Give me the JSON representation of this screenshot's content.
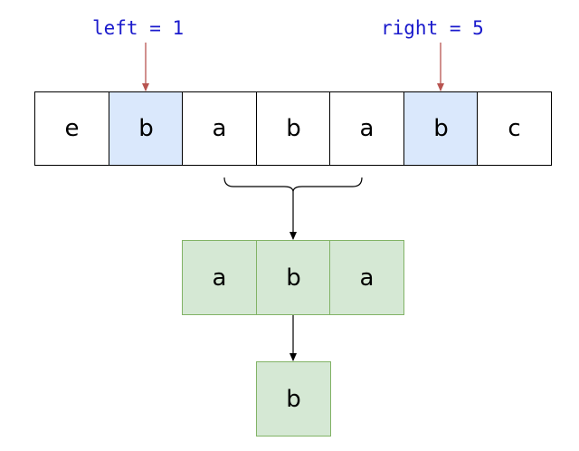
{
  "pointers": {
    "left_label": "left = 1",
    "right_label": "right = 5"
  },
  "array": {
    "cells": [
      "e",
      "b",
      "a",
      "b",
      "a",
      "b",
      "c"
    ],
    "highlighted_indices": [
      1,
      5
    ]
  },
  "middle": {
    "cells": [
      "a",
      "b",
      "a"
    ]
  },
  "center": {
    "cell": "b"
  },
  "colors": {
    "pointer_text": "#1a1acc",
    "pointer_arrow": "#b85450",
    "highlight_fill": "#dae8fc",
    "green_fill": "#d5e8d4",
    "green_stroke": "#82b366",
    "plain_fill": "#ffffff"
  }
}
